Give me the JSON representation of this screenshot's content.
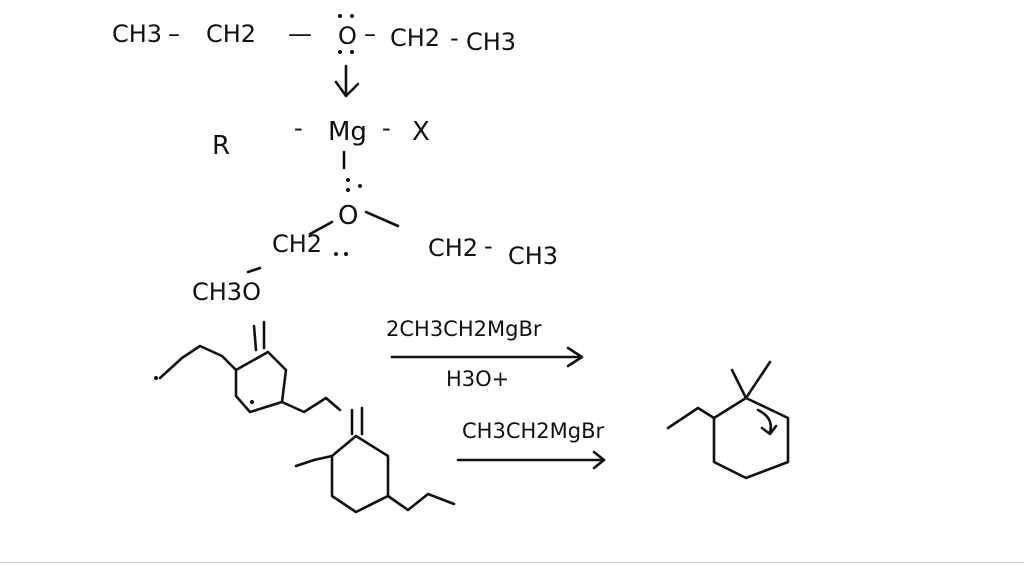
{
  "notes": {
    "ether_formula": {
      "ch3_left": "CH3",
      "dash1": "–",
      "ch2_left": "CH2",
      "dash2": "—",
      "oxygen": "O",
      "dash3": "–",
      "ch2_right": "CH2",
      "dash4": "-",
      "ch3_right": "CH3"
    },
    "grignard": {
      "r": "R",
      "dash_r": "-",
      "mg": "Mg",
      "dash_x": "-",
      "x": "X"
    },
    "coordinated_ether": {
      "oxygen": "O",
      "left_group": "CH2",
      "right_group": "CH2",
      "dash": "-",
      "right_ch3": "CH3"
    },
    "reaction_1": {
      "label_above": "CH3O",
      "reagent": "2CH3CH2MgBr",
      "workup": "H3O+"
    },
    "reaction_2": {
      "reagent": "CH3CH2MgBr"
    }
  }
}
